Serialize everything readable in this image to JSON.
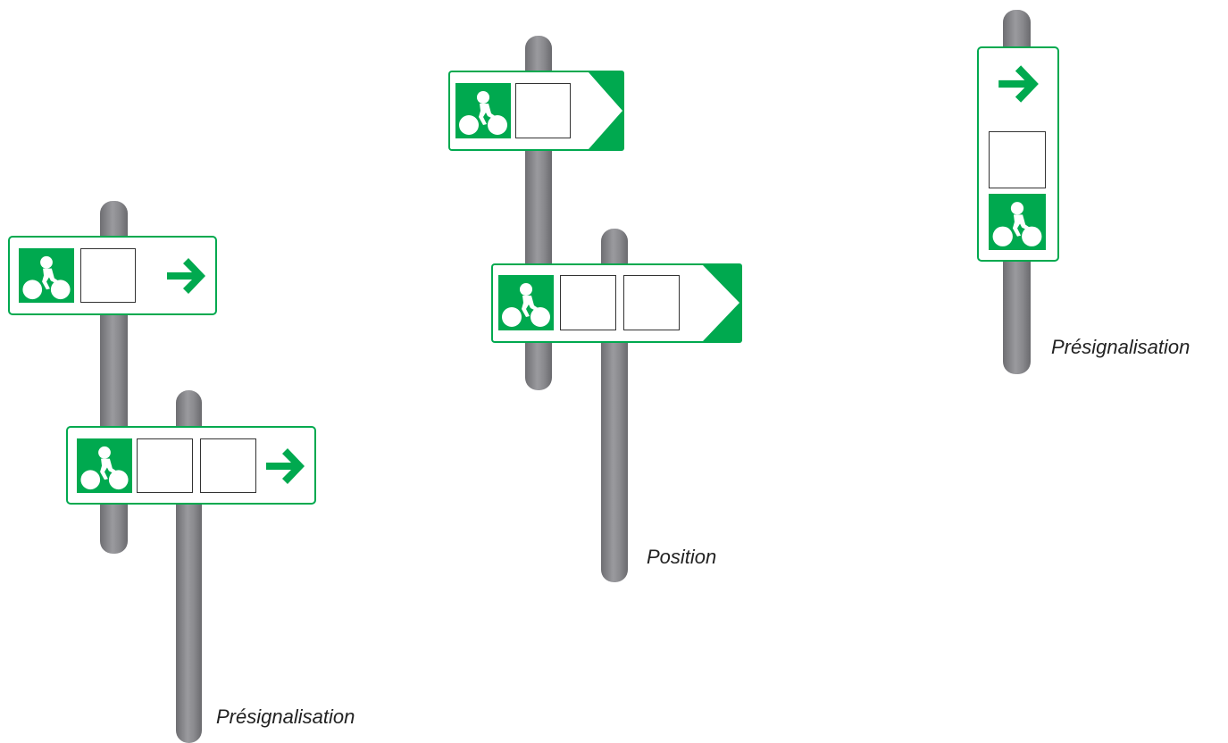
{
  "colors": {
    "sign_green": "#00a94f",
    "pole_gray": "#8a8a8e",
    "frame": "#333333"
  },
  "icons": {
    "cyclist": "cyclist-icon",
    "arrow": "arrow-right-icon"
  },
  "groups": [
    {
      "caption": "Présignalisation"
    },
    {
      "caption": "Position"
    },
    {
      "caption": "Présignalisation"
    }
  ]
}
